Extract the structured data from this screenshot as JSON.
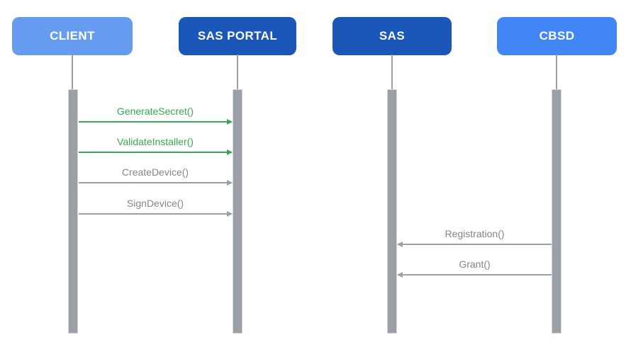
{
  "diagram": {
    "type": "sequence",
    "background": "#FFFFFF",
    "lifeline_color": "#9AA0A6",
    "activation_fill": "#9AA0A6",
    "activation_border": "#D3D5D9",
    "actors": [
      {
        "label": "CLIENT",
        "fill": "#669CF0",
        "text_color": "#FFFFFF"
      },
      {
        "label": "SAS PORTAL",
        "fill": "#1B57B8",
        "text_color": "#FFFFFF"
      },
      {
        "label": "SAS",
        "fill": "#1B57B8",
        "text_color": "#FFFFFF"
      },
      {
        "label": "CBSD",
        "fill": "#4285F4",
        "text_color": "#FFFFFF"
      }
    ],
    "messages": [
      {
        "label": "GenerateSecret()",
        "from": "CLIENT",
        "to": "SAS PORTAL",
        "direction": "right",
        "text_color": "#34A853",
        "line_color": "#34A853"
      },
      {
        "label": "ValidateInstaller()",
        "from": "CLIENT",
        "to": "SAS PORTAL",
        "direction": "right",
        "text_color": "#34A853",
        "line_color": "#34A853"
      },
      {
        "label": "CreateDevice()",
        "from": "CLIENT",
        "to": "SAS PORTAL",
        "direction": "right",
        "text_color": "#80868B",
        "line_color": "#9AA0A6"
      },
      {
        "label": "SignDevice()",
        "from": "CLIENT",
        "to": "SAS PORTAL",
        "direction": "right",
        "text_color": "#80868B",
        "line_color": "#9AA0A6"
      },
      {
        "label": "Registration()",
        "from": "CBSD",
        "to": "SAS",
        "direction": "left",
        "text_color": "#80868B",
        "line_color": "#9AA0A6"
      },
      {
        "label": "Grant()",
        "from": "CBSD",
        "to": "SAS",
        "direction": "left",
        "text_color": "#80868B",
        "line_color": "#9AA0A6"
      }
    ]
  }
}
